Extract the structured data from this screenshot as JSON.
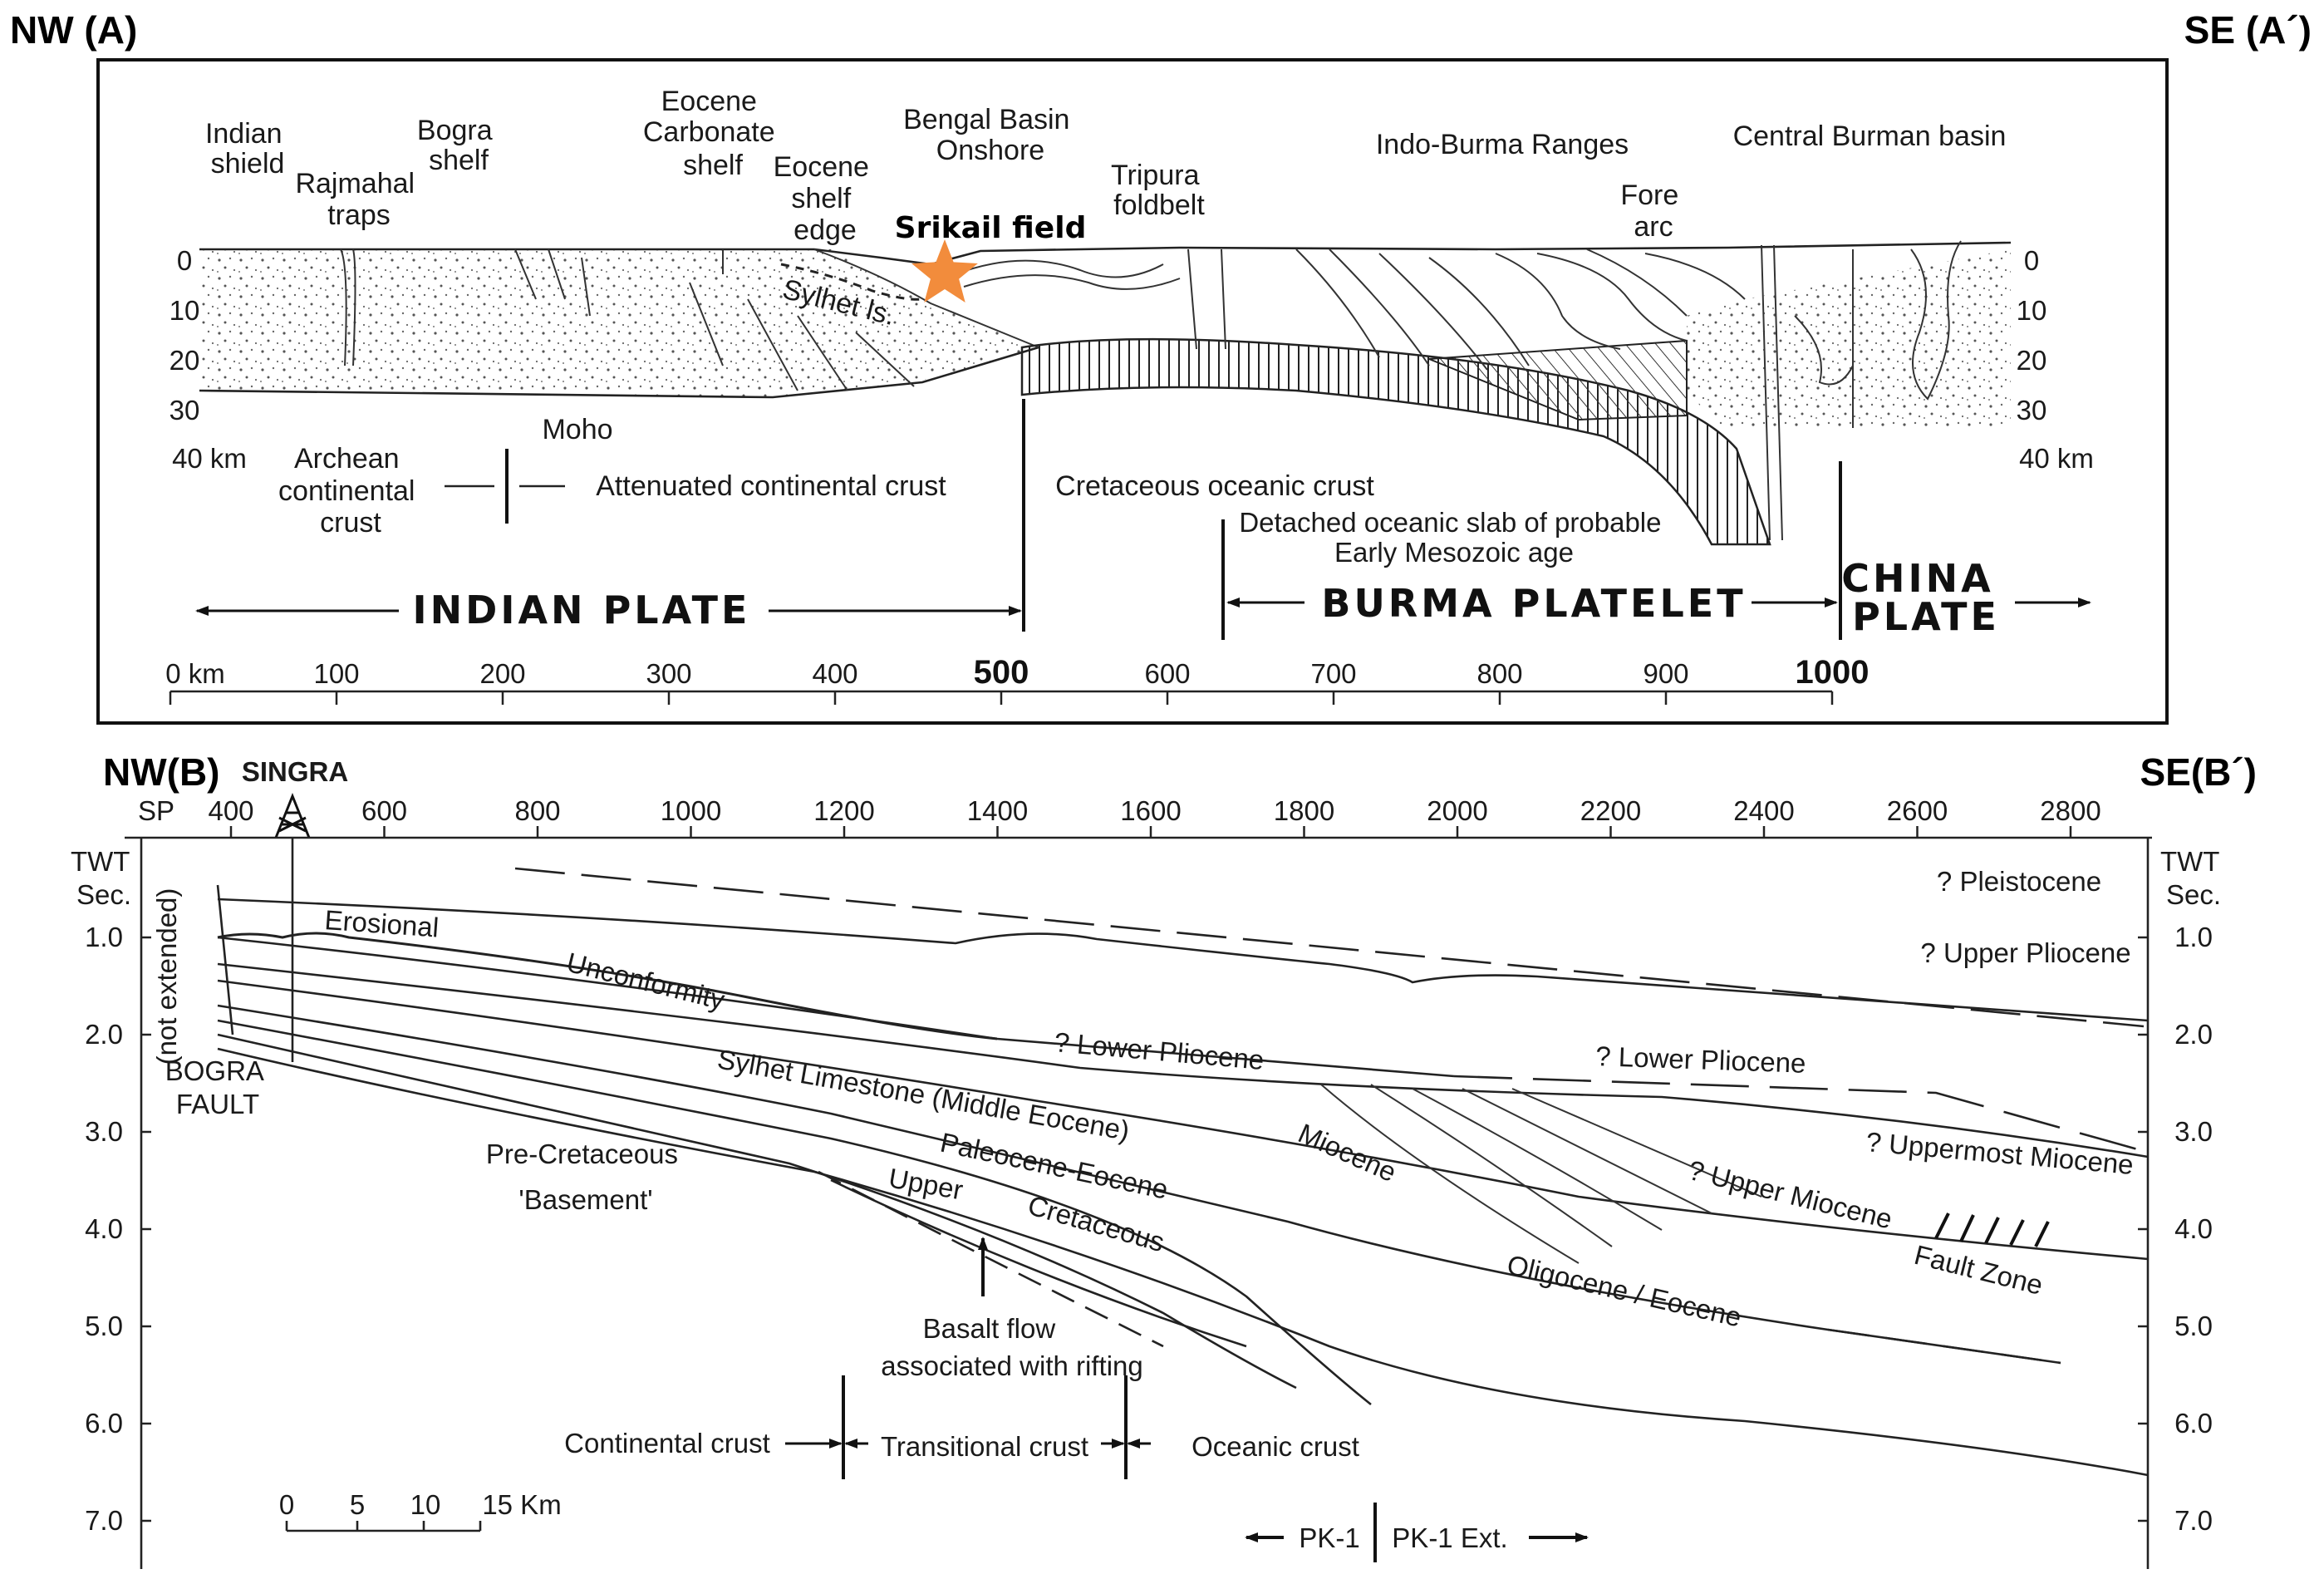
{
  "panel_a": {
    "corner_left": "NW (A)",
    "corner_right": "SE (A´)",
    "labels": {
      "indian_shield": [
        "Indian",
        "shield"
      ],
      "rajmahal_traps": [
        "Rajmahal",
        "traps"
      ],
      "bogra_shelf": [
        "Bogra",
        "shelf"
      ],
      "eocene_carbonate_shelf": [
        "Eocene",
        "Carbonate",
        "shelf"
      ],
      "eocene_shelf_edge": [
        "Eocene",
        "shelf",
        "edge"
      ],
      "bengal_basin_onshore": [
        "Bengal Basin",
        "Onshore"
      ],
      "tripura_foldbelt": [
        "Tripura",
        "foldbelt"
      ],
      "indo_burma_ranges": "Indo-Burma Ranges",
      "fore_arc": [
        "Fore",
        "arc"
      ],
      "central_burman_basin": "Central Burman basin",
      "srikail_field": "Srikail field",
      "sylhet_ls": "Sylhet ls.",
      "moho": "Moho",
      "archean_crust": [
        "Archean",
        "continental",
        "crust"
      ],
      "attenuated_crust": "Attenuated continental crust",
      "cretaceous_oceanic_crust": "Cretaceous oceanic crust",
      "detached_slab": [
        "Detached oceanic slab of probable",
        "Early Mesozoic age"
      ],
      "indian_plate": "INDIAN PLATE",
      "burma_platelet": "BURMA PLATELET",
      "china_plate": [
        "CHINA",
        "PLATE"
      ]
    },
    "depth_ticks_left": [
      "0",
      "10",
      "20",
      "30",
      "40 km"
    ],
    "depth_ticks_right": [
      "0",
      "10",
      "20",
      "30",
      "40 km"
    ],
    "distance_ticks": [
      "0 km",
      "100",
      "200",
      "300",
      "400",
      "500",
      "600",
      "700",
      "800",
      "900",
      "1000"
    ],
    "star_color": "#f28c3c"
  },
  "panel_b": {
    "corner_left": "NW(B)",
    "corner_right": "SE(B´)",
    "singra": "SINGRA",
    "sp_label": "SP",
    "sp_ticks": [
      "400",
      "600",
      "800",
      "1000",
      "1200",
      "1400",
      "1600",
      "1800",
      "2000",
      "2200",
      "2400",
      "2600",
      "2800"
    ],
    "twt_title": [
      "TWT",
      "Sec."
    ],
    "twt_ticks": [
      "1.0",
      "2.0",
      "3.0",
      "4.0",
      "5.0",
      "6.0",
      "7.0"
    ],
    "labels": {
      "not_extended": "(not extended)",
      "bogra_fault": [
        "BOGRA",
        "FAULT"
      ],
      "erosional": "Erosional",
      "unconformity": "Unconformity",
      "lower_pliocene_1": "? Lower   Pliocene",
      "lower_pliocene_2": "? Lower Pliocene",
      "pleistocene": "? Pleistocene",
      "upper_pliocene": "? Upper  Pliocene",
      "sylhet_limestone": "Sylhet  Limestone  (Middle  Eocene)",
      "miocene": "Miocene",
      "uppermost_miocene": "? Uppermost  Miocene",
      "upper_miocene": "? Upper  Miocene",
      "fault_zone": "Fault  Zone",
      "pre_cretaceous": [
        "Pre-Cretaceous",
        "'Basement'"
      ],
      "paleocene_eocene": "Paleocene-Eocene",
      "upper": "Upper",
      "cretaceous": "Cretaceous",
      "oligocene_eocene": "Oligocene / Eocene",
      "basalt": [
        "Basalt flow",
        "associated with rifting"
      ],
      "continental_crust": "Continental  crust",
      "transitional_crust": "Transitional  crust",
      "oceanic_crust": "Oceanic  crust",
      "pk1": "PK-1",
      "pk1_ext": "PK-1 Ext."
    },
    "scale_ticks": [
      "0",
      "5",
      "10",
      "15 Km"
    ]
  }
}
